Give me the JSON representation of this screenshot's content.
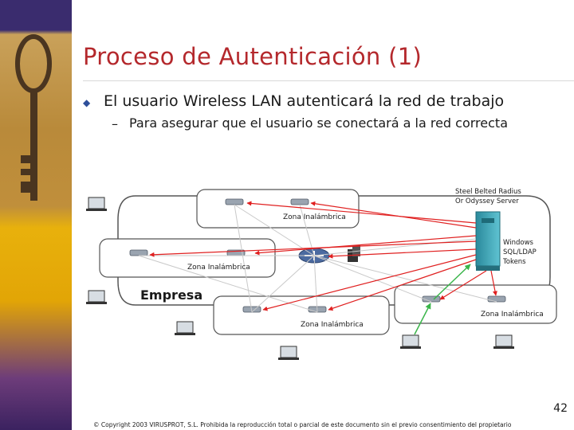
{
  "slide": {
    "title": "Proceso de Autenticación (1)",
    "bullet": "El usuario Wireless LAN autenticará la red de trabajo",
    "sub_dash": "–",
    "sub_bullet": "Para asegurar que el usuario se conectará a la red correcta",
    "page_number": "42",
    "copyright": "© Copyright 2003 VIRUSPROT, S.L. Prohibida la reproducción total o parcial de este documento sin el previo consentimiento del propietario"
  },
  "diagram": {
    "server_label_1": "Steel Belted Radius",
    "server_label_2": "Or Odyssey Server",
    "db_label_1": "Windows",
    "db_label_2": "SQL/LDAP",
    "db_label_3": "Tokens",
    "enterprise_label": "Empresa",
    "zone_top": "Zona Inalámbrica",
    "zone_left": "Zona Inalámbrica",
    "zone_bottom": "Zona Inalámbrica",
    "zone_right": "Zona Inalámbrica"
  },
  "colors": {
    "title": "#b4282c",
    "arrow_red": "#e02020",
    "arrow_green": "#3ab54a",
    "server": "#3a9fb0"
  }
}
